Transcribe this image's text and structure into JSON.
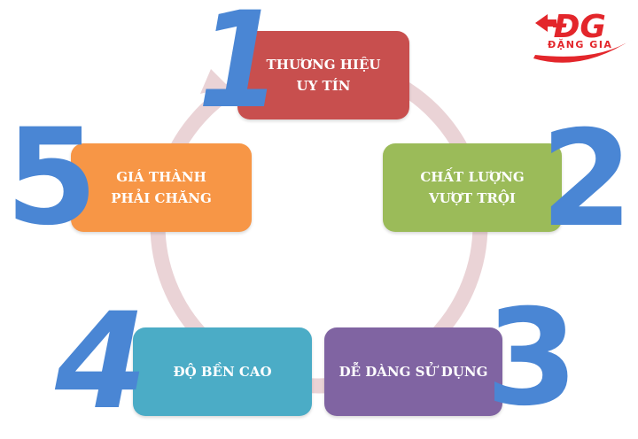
{
  "logo": {
    "mark": "ĐG",
    "name": "ĐẶNG GIA",
    "color": "#e3262b"
  },
  "ring": {
    "color": "#ead3d6"
  },
  "number_color": "#4a86d4",
  "steps": [
    {
      "number": "1",
      "label": "THƯƠNG HIỆU\nUY TÍN",
      "color": "#c84f4e"
    },
    {
      "number": "2",
      "label": "CHẤT LƯỢNG\nVƯỢT TRỘI",
      "color": "#9bbb59"
    },
    {
      "number": "3",
      "label": "DỄ DÀNG SỬ DỤNG",
      "color": "#8064a2"
    },
    {
      "number": "4",
      "label": "ĐỘ BỀN CAO",
      "color": "#4bacc6"
    },
    {
      "number": "5",
      "label": "GIÁ THÀNH\nPHẢI CHĂNG",
      "color": "#f79646"
    }
  ]
}
